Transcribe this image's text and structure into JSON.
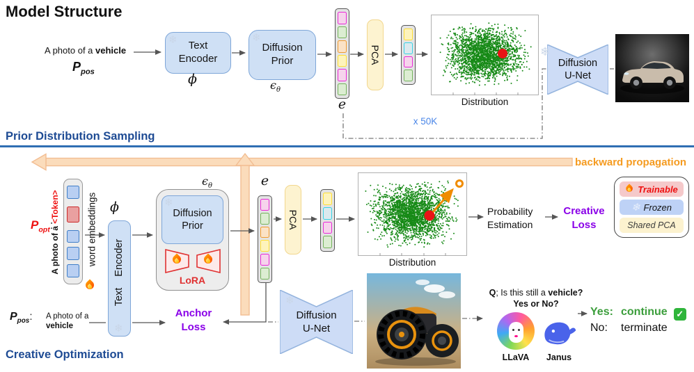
{
  "icons": {
    "snowflake": "❄",
    "check": "✓"
  },
  "title": "Model Structure",
  "top": {
    "prompt_plain": "A photo of a ",
    "prompt_bold": "vehicle",
    "p": "P",
    "p_sub": "pos",
    "encoder_line1": "Text",
    "encoder_line2": "Encoder",
    "phi": "ϕ",
    "prior_line1": "Diffusion",
    "prior_line2": "Prior",
    "epsilon": "ϵ",
    "epsilon_sub": "θ",
    "e_label": "e",
    "pca": "PCA",
    "e_cells": [
      "pink",
      "green",
      "orange",
      "yellow",
      "pink",
      "green"
    ],
    "pca_cells": [
      "yellow",
      "cyan",
      "pink",
      "green"
    ],
    "dist_label": "Distribution",
    "loop_label": "x 50K",
    "unet_line1": "Diffusion",
    "unet_line2": "U-Net",
    "section_label": "Prior Distribution Sampling"
  },
  "bottom": {
    "backprop": "backward propagation",
    "p_opt": "P",
    "p_opt_sub": "opt",
    "p_opt_colon": ":",
    "token_prompt_plain": "A photo of a ",
    "token_prompt_token": "<Token>",
    "token_cells": [
      "blue",
      "red",
      "blue",
      "blue",
      "blue"
    ],
    "word_embeddings": "word embeddings",
    "phi": "ϕ",
    "encoder_word1": "Text",
    "encoder_word2": "Encoder",
    "epsilon": "ϵ",
    "epsilon_sub": "θ",
    "prior_line1": "Diffusion",
    "prior_line2": "Prior",
    "lora": "LoRA",
    "e_label": "e",
    "pca": "PCA",
    "e_cells": [
      "pink",
      "green",
      "orange",
      "yellow",
      "pink",
      "green"
    ],
    "pca_cells": [
      "yellow",
      "cyan",
      "pink",
      "green"
    ],
    "dist_label": "Distribution",
    "prob_line1": "Probability",
    "prob_line2": "Estimation",
    "creative_line1": "Creative",
    "creative_line2": "Loss",
    "p_pos": "P",
    "p_pos_sub": "pos",
    "p_pos_colon": ":",
    "pos_prompt_line1": "A photo of a",
    "pos_prompt_line2": "vehicle",
    "anchor_line1": "Anchor",
    "anchor_line2": "Loss",
    "unet_line1": "Diffusion",
    "unet_line2": "U-Net",
    "section_label": "Creative Optimization"
  },
  "qa": {
    "q_bold": "Q",
    "q_rest": "; Is this still a ",
    "q_bold2": "vehicle?",
    "q_line2": "Yes or No?",
    "llava": "LLaVA",
    "janus": "Janus",
    "yes_key": "Yes:",
    "yes_val": "continue",
    "no_key": "No:",
    "no_val": "terminate"
  },
  "legend": {
    "trainable": "Trainable",
    "frozen": "Frozen",
    "shared": "Shared PCA"
  },
  "colors": {
    "box_blue_fill": "#cfe0f5",
    "box_blue_border": "#7ea6d8",
    "heading_navy": "#1e4b94",
    "divider_blue": "#2f6eb3",
    "orange_band": "#fbdcbb",
    "orange_band_border": "#f2bd92",
    "orange_text": "#f59b20",
    "purple": "#8a00e8",
    "red": "#ee1111",
    "green_yes": "#3c9e3c",
    "scatter_green": "#178a17",
    "loop_blue": "#4a86e8",
    "lora_red": "#e03131"
  }
}
